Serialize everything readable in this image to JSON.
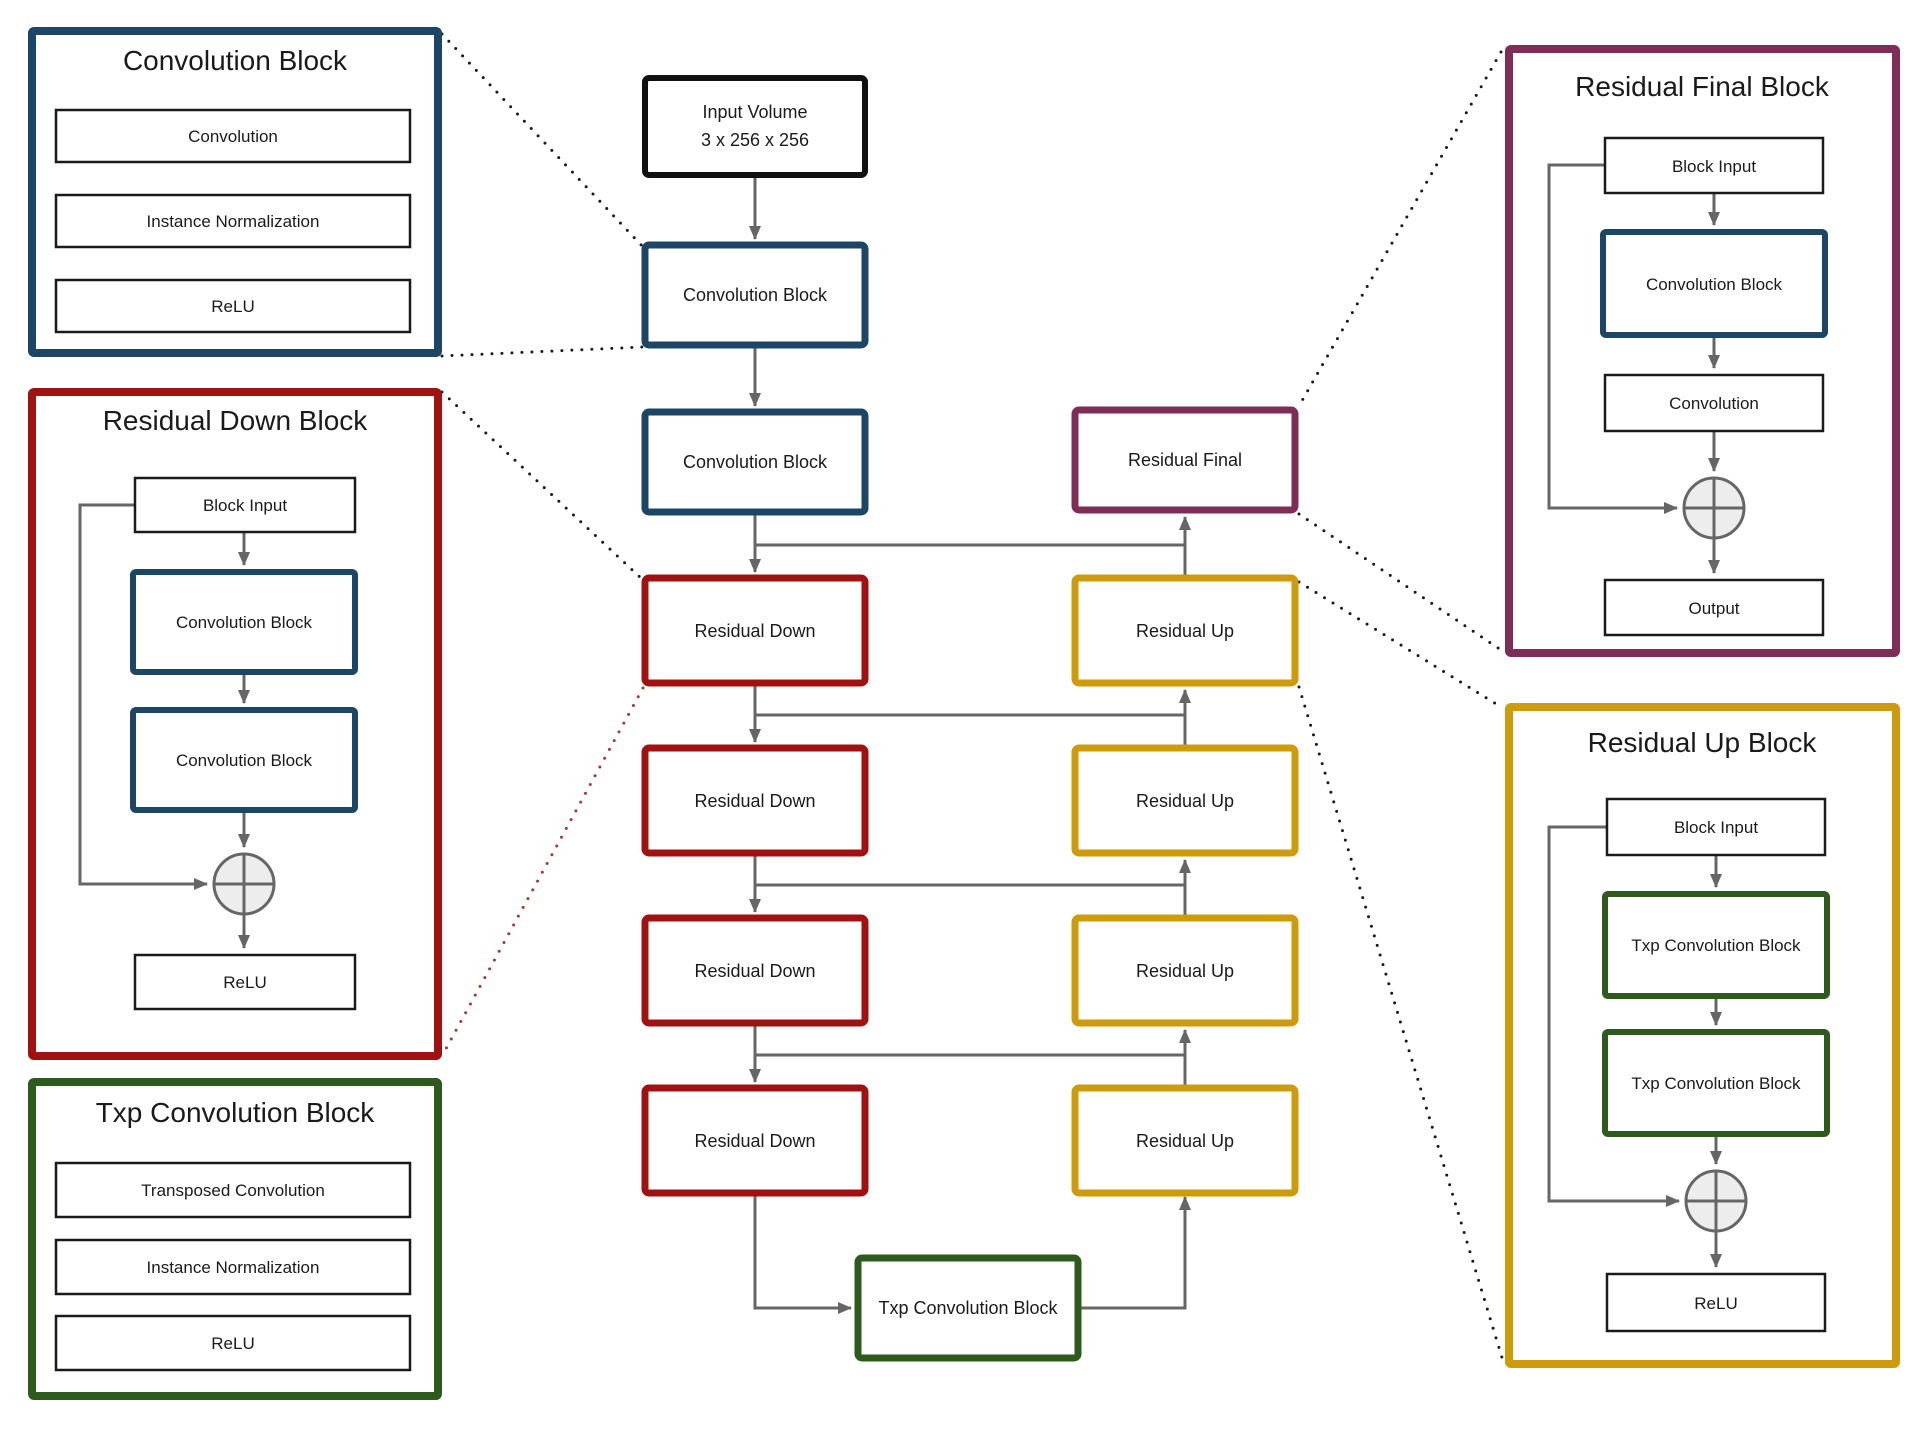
{
  "colors": {
    "navy": "#1C4566",
    "dark_red": "#A01111",
    "dark_green": "#2F5A1E",
    "gold": "#CD9B0C",
    "purple": "#7E2D57",
    "connector_gray": "#666666",
    "leader_black": "#1A1A1A",
    "leader_red": "#A83535",
    "add_node_fill": "#EDEDED",
    "input_border": "#111111"
  },
  "main_flow": {
    "input_volume": {
      "line1": "Input Volume",
      "line2": "3 x 256 x 256"
    },
    "down_column": [
      {
        "label": "Convolution Block"
      },
      {
        "label": "Convolution Block"
      },
      {
        "label": "Residual Down"
      },
      {
        "label": "Residual Down"
      },
      {
        "label": "Residual Down"
      },
      {
        "label": "Residual Down"
      }
    ],
    "bottleneck": {
      "label": "Txp Convolution Block"
    },
    "up_column": [
      {
        "label": "Residual Final"
      },
      {
        "label": "Residual Up"
      },
      {
        "label": "Residual Up"
      },
      {
        "label": "Residual Up"
      },
      {
        "label": "Residual Up"
      }
    ]
  },
  "detail_panels": {
    "convolution_block": {
      "title": "Convolution Block",
      "items": [
        {
          "label": "Convolution"
        },
        {
          "label": "Instance Normalization"
        },
        {
          "label": "ReLU"
        }
      ]
    },
    "residual_down_block": {
      "title": "Residual Down Block",
      "items": [
        {
          "label": "Block Input"
        },
        {
          "label": "Convolution Block"
        },
        {
          "label": "Convolution Block"
        },
        {
          "label": "ReLU"
        }
      ]
    },
    "txp_convolution_block": {
      "title": "Txp Convolution Block",
      "items": [
        {
          "label": "Transposed Convolution"
        },
        {
          "label": "Instance Normalization"
        },
        {
          "label": "ReLU"
        }
      ]
    },
    "residual_final_block": {
      "title": "Residual Final Block",
      "items": [
        {
          "label": "Block Input"
        },
        {
          "label": "Convolution Block"
        },
        {
          "label": "Convolution"
        },
        {
          "label": "Output"
        }
      ]
    },
    "residual_up_block": {
      "title": "Residual Up Block",
      "items": [
        {
          "label": "Block Input"
        },
        {
          "label": "Txp Convolution Block"
        },
        {
          "label": "Txp Convolution Block"
        },
        {
          "label": "ReLU"
        }
      ]
    }
  }
}
